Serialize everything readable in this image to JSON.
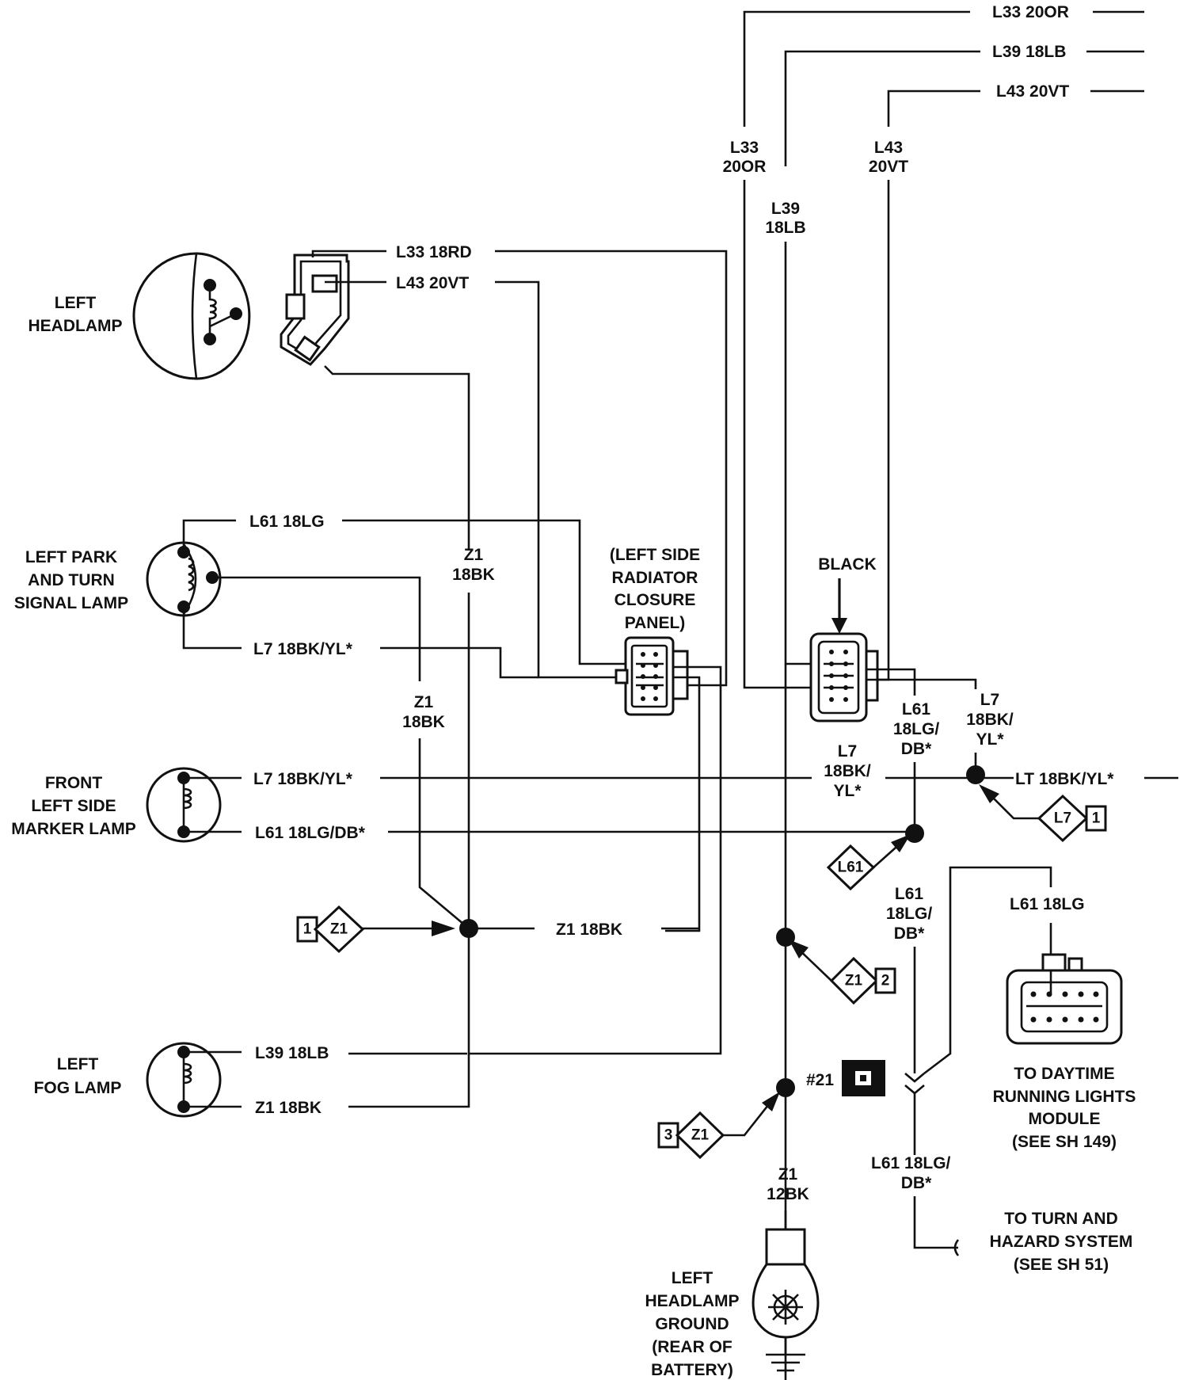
{
  "wires": {
    "l33_20or_top": "L33 20OR",
    "l39_18lb_top": "L39 18LB",
    "l43_20vt_top": "L43 20VT",
    "l33_vert_1": "L33",
    "l33_vert_2": "20OR",
    "l43_vert_1": "L43",
    "l43_vert_2": "20VT",
    "l39_vert_1": "L39",
    "l39_vert_2": "18LB",
    "l33_18rd": "L33 18RD",
    "l43_20vt_hl": "L43 20VT",
    "l61_18lg_park": "L61 18LG",
    "l7_park": "L7 18BK/YL*",
    "z1_vert_1": "Z1",
    "z1_vert_2": "18BK",
    "z1_mid_1": "Z1",
    "z1_mid_2": "18BK",
    "l7_marker": "L7 18BK/YL*",
    "l61_marker": "L61 18LG/DB*",
    "l7_center_1": "L7",
    "l7_center_2": "18BK/",
    "l7_center_3": "YL*",
    "l61_db_1": "L61",
    "l61_db_2": "18LG/",
    "l61_db_3": "DB*",
    "l7_right_1": "L7",
    "l7_right_2": "18BK/",
    "l7_right_3": "YL*",
    "lt_18bk": "LT 18BK/YL*",
    "z1_18bk_h": "Z1   18BK",
    "l61_db2_1": "L61",
    "l61_db2_2": "18LG/",
    "l61_db2_3": "DB*",
    "l61_18lg_drl": "L61 18LG",
    "l39_fog": "L39 18LB",
    "z1_fog": "Z1   18BK",
    "l61_bottom_1": "L61 18LG/",
    "l61_bottom_2": "DB*",
    "z1_12bk_1": "Z1",
    "z1_12bk_2": "12BK"
  },
  "components": {
    "left_headlamp": [
      "LEFT",
      "HEADLAMP"
    ],
    "left_park": [
      "LEFT PARK",
      "AND TURN",
      "SIGNAL LAMP"
    ],
    "front_marker": [
      "FRONT",
      "LEFT SIDE",
      "MARKER  LAMP"
    ],
    "left_fog": [
      "LEFT",
      "FOG  LAMP"
    ],
    "radiator_panel": [
      "(LEFT SIDE",
      "RADIATOR",
      "CLOSURE",
      "PANEL)"
    ],
    "black_connector": "BLACK",
    "drl_module": [
      "TO DAYTIME",
      "RUNNING LIGHTS",
      "MODULE",
      "(SEE SH 149)"
    ],
    "turn_hazard": [
      "TO TURN AND",
      "HAZARD SYSTEM",
      "(SEE SH 51)"
    ],
    "headlamp_ground": [
      "LEFT",
      "HEADLAMP",
      "GROUND",
      "(REAR OF",
      "BATTERY)"
    ],
    "fuse_label": "#21"
  },
  "splices": {
    "z1_1_num": "1",
    "z1_1_name": "Z1",
    "z1_2_num": "2",
    "z1_2_name": "Z1",
    "z1_3_num": "3",
    "z1_3_name": "Z1",
    "l7_1_num": "1",
    "l7_1_name": "L7",
    "l61_name": "L61"
  }
}
